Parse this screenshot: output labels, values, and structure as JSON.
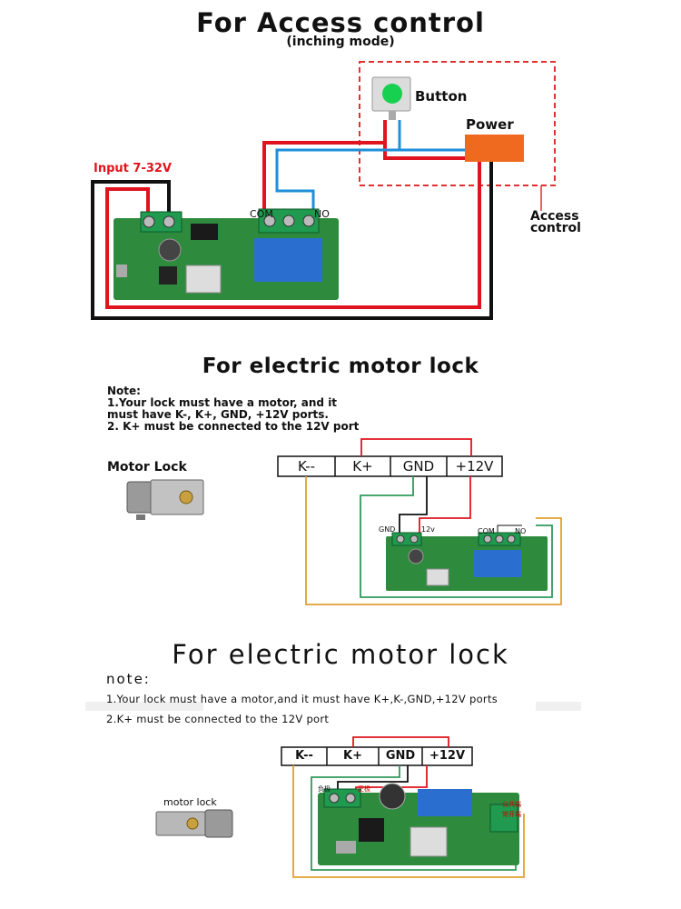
{
  "section1": {
    "title": "For Access control",
    "subtitle": "(inching mode)",
    "button_label": "Button",
    "power_label": "Power",
    "input_label": "Input 7-32V",
    "com_label": "COM",
    "no_label": "NO",
    "access_label_line1": "Access",
    "access_label_line2": "control"
  },
  "section2": {
    "title": "For electric motor lock",
    "note_head": "Note:",
    "note_line1": "1.Your lock must have a motor, and it",
    "note_line2": "must have K-, K+, GND, +12V ports.",
    "note_line3": "2. K+ must be connected to the 12V port",
    "lock_label": "Motor Lock",
    "ports": [
      "K--",
      "K+",
      "GND",
      "+12V"
    ],
    "gnd_small": "GND",
    "v12_small": "12v",
    "com_small": "COM",
    "no_small": "NO"
  },
  "section3": {
    "title": "For electric motor lock",
    "note_head": "note:",
    "note_line1": "1.Your lock must have a motor,and it must have K+,K-,GND,+12V ports",
    "note_line2": "2.K+ must be connected to the 12V port",
    "lock_label": "motor lock",
    "ports": [
      "K--",
      "K+",
      "GND",
      "+12V"
    ],
    "neg_label": "负极",
    "pos_label": "正极",
    "common_label": "公共端",
    "normal_open_label": "常开端"
  },
  "colors": {
    "red_wire": "#e0141e",
    "blue_wire": "#1e8fd8",
    "black_wire": "#111111",
    "green_wire": "#2f9a5a",
    "orange_wire": "#e0a030",
    "pcb_green": "#2e8b3e",
    "relay_blue": "#2a6fd0",
    "power_orange": "#ef6a1f",
    "dashed_red": "#e03030"
  }
}
